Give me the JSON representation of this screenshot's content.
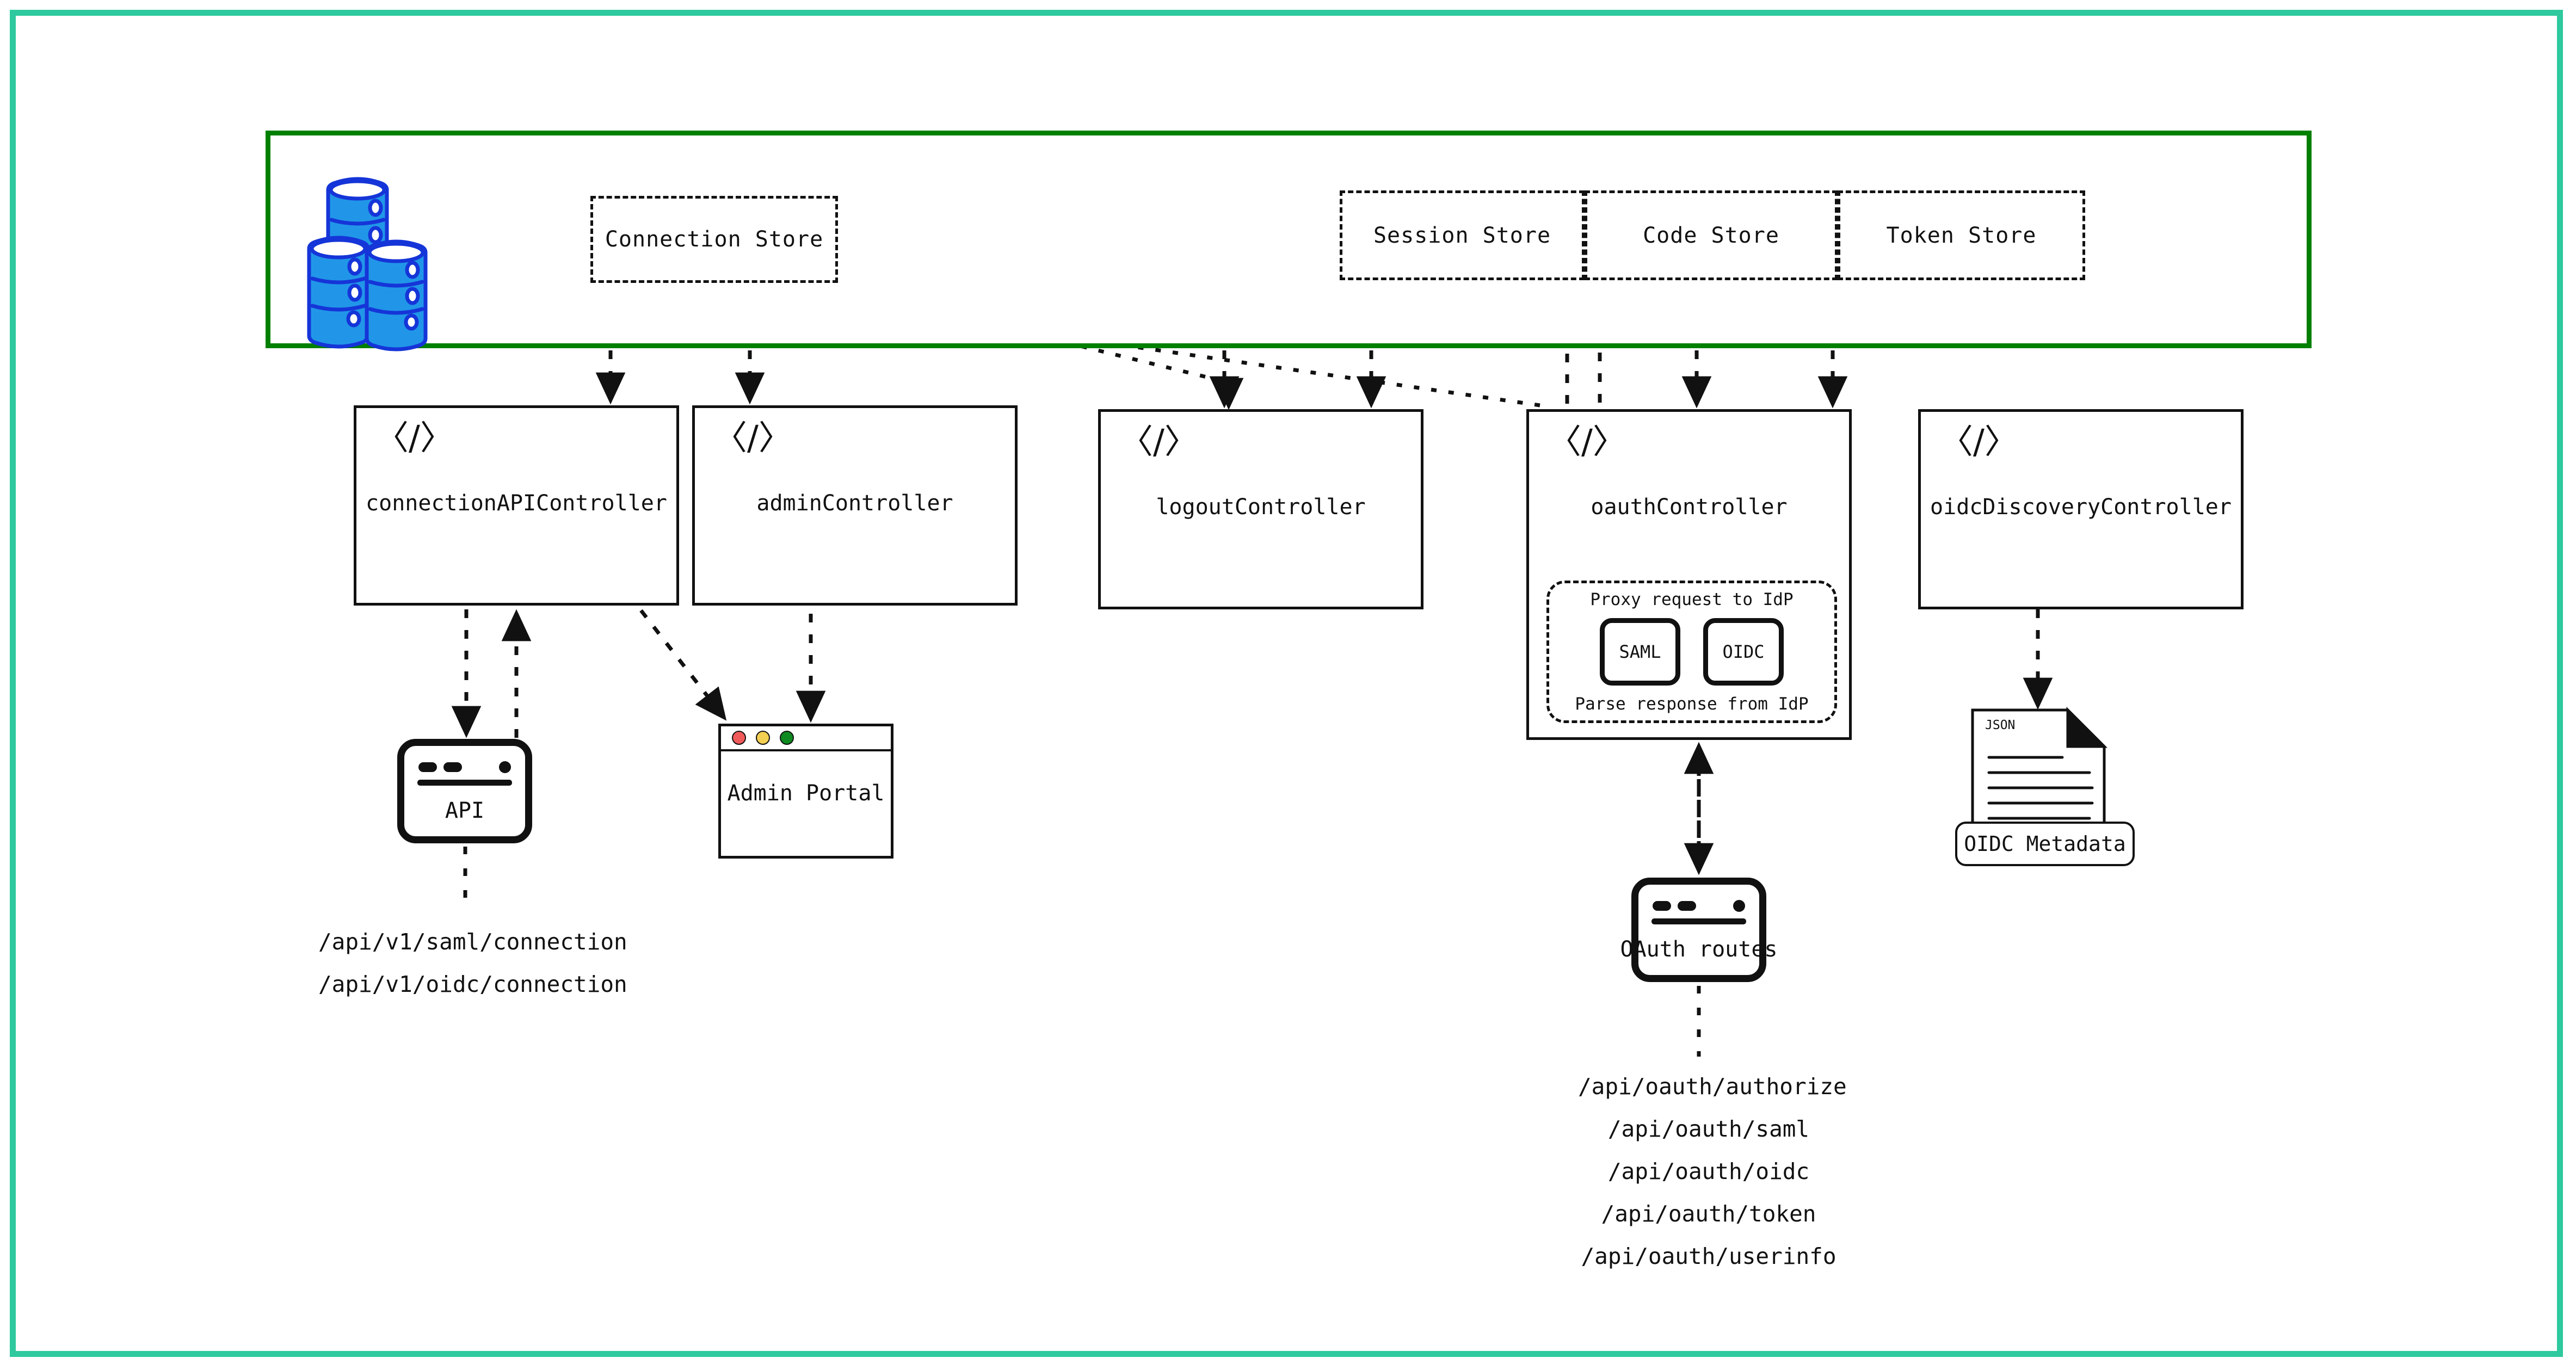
{
  "diagram": {
    "title": "SAML Jackson controllers and datastores architecture",
    "colors": {
      "outer_frame": "#2ec99e",
      "datastore_border": "#008000",
      "stroke": "#111111",
      "db_fill": "#2196E8",
      "db_outline": "#1535D8",
      "traffic_red": "#f05a5a",
      "traffic_yellow": "#f3cf52",
      "traffic_green": "#0f8a20"
    }
  },
  "datastore_zone": {
    "db_icon_name": "database-stack-icon",
    "stores": [
      {
        "id": "connection",
        "label": "Connection Store"
      },
      {
        "id": "session",
        "label": "Session Store"
      },
      {
        "id": "code",
        "label": "Code Store"
      },
      {
        "id": "token",
        "label": "Token Store"
      }
    ]
  },
  "controllers": [
    {
      "id": "connection-api",
      "label": "connectionAPIController",
      "icon": "code-icon",
      "icon_glyph": "〈/〉"
    },
    {
      "id": "admin",
      "label": "adminController",
      "icon": "code-icon",
      "icon_glyph": "〈/〉"
    },
    {
      "id": "logout",
      "label": "logoutController",
      "icon": "code-icon",
      "icon_glyph": "〈/〉"
    },
    {
      "id": "oauth",
      "label": "oauthController",
      "icon": "code-icon",
      "icon_glyph": "〈/〉"
    },
    {
      "id": "oidc-discovery",
      "label": "oidcDiscoveryController",
      "icon": "code-icon",
      "icon_glyph": "〈/〉"
    }
  ],
  "oauth_idp_group": {
    "top_label": "Proxy request to IdP",
    "bottom_label": "Parse response from IdP",
    "protocols": [
      {
        "id": "saml",
        "label": "SAML"
      },
      {
        "id": "oidc",
        "label": "OIDC"
      }
    ]
  },
  "clients": {
    "api": {
      "label": "API",
      "icon": "browser-window-icon"
    },
    "admin_portal": {
      "label": "Admin Portal",
      "icon": "browser-window-icon"
    },
    "oauth_routes": {
      "label": "OAuth routes",
      "icon": "browser-window-icon"
    },
    "oidc_metadata": {
      "label": "OIDC Metadata",
      "doc_tag": "JSON",
      "icon": "json-document-icon"
    }
  },
  "endpoints": {
    "connection_api": [
      "/api/v1/saml/connection",
      "/api/v1/oidc/connection"
    ],
    "oauth": [
      "/api/oauth/authorize",
      "/api/oauth/saml",
      "/api/oauth/oidc",
      "/api/oauth/token",
      "/api/oauth/userinfo"
    ]
  }
}
